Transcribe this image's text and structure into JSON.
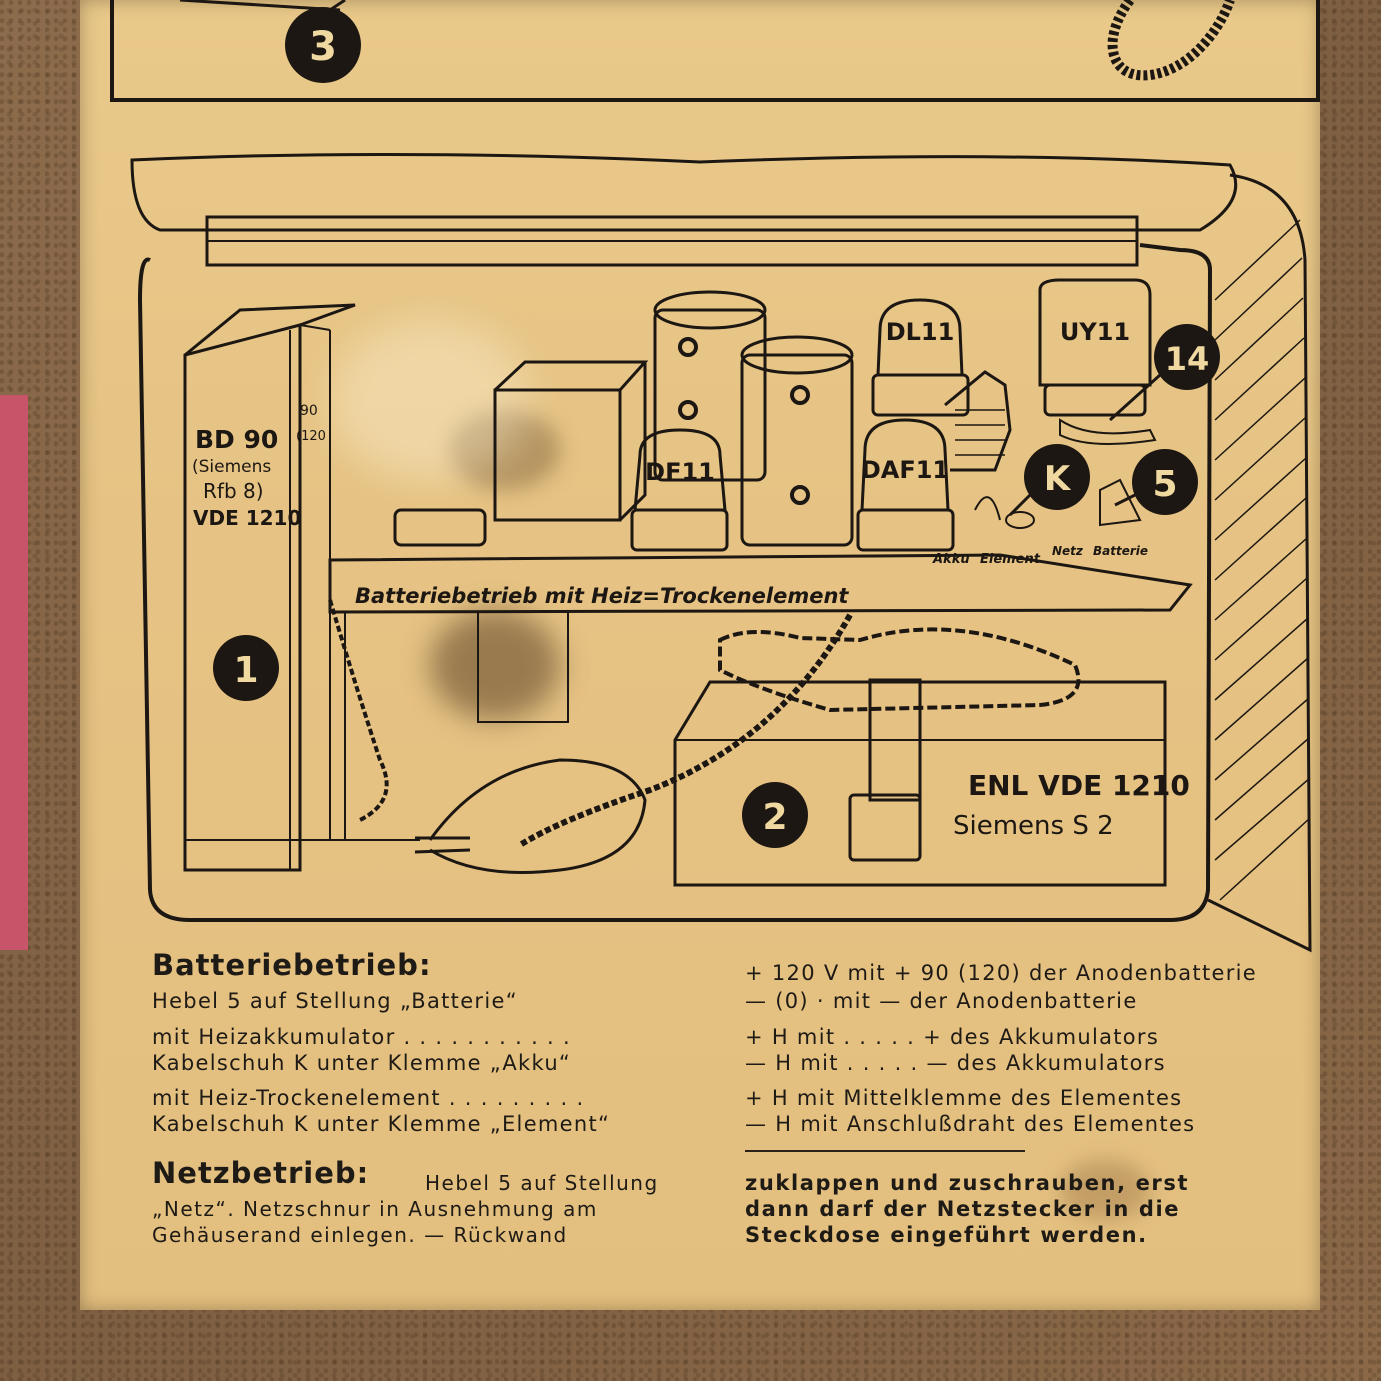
{
  "diagram": {
    "markers": [
      {
        "id": "1",
        "label": "1"
      },
      {
        "id": "2",
        "label": "2"
      },
      {
        "id": "3",
        "label": "3"
      },
      {
        "id": "5",
        "label": "5"
      },
      {
        "id": "14",
        "label": "14"
      },
      {
        "id": "K",
        "label": "K"
      }
    ],
    "tubes": {
      "dl11": "DL11",
      "uy11": "UY11",
      "df11": "DF11",
      "daf11": "DAF11"
    },
    "battery_bd90": {
      "line1": "BD 90",
      "line2": "(Siemens",
      "line3": "Rfb 8)",
      "line4": "VDE 1210",
      "side1": "90",
      "side2": "(120"
    },
    "battery_enl": {
      "line1": "ENL VDE 1210",
      "line2": "Siemens S 2"
    },
    "terminals": {
      "akku": "Akku",
      "element": "Element",
      "netz": "Netz",
      "batterie": "Batterie"
    },
    "tray_label": "Batteriebetrieb mit Heiz=Trockenelement"
  },
  "instructions": {
    "battery_heading": "Batteriebetrieb:",
    "left_lines": [
      "Hebel 5 auf Stellung „Batterie“",
      "mit Heizakkumulator . . . . . . . . . . .",
      "Kabelschuh K unter Klemme „Akku“",
      "mit Heiz-Trockenelement . . . . . . . . .",
      "Kabelschuh K unter Klemme „Element“"
    ],
    "right_lines": [
      "+ 120 V mit + 90 (120) der Anodenbatterie",
      "— (0)  ·  mit —       der Anodenbatterie",
      "+ H mit . . . . . + des Akkumulators",
      "— H mit . . . . . — des Akkumulators",
      "+ H mit  Mittelklemme des Elementes",
      "— H mit  Anschlußdraht des Elementes"
    ],
    "netz_heading": "Netzbetrieb:",
    "netz_left_lines": [
      "Hebel 5 auf Stellung",
      "„Netz“. Netzschnur in Ausnehmung am",
      "Gehäuserand einlegen. — Rückwand"
    ],
    "netz_right_lines": [
      "zuklappen und zuschrauben, erst",
      "dann darf der Netzstecker in die",
      "Steckdose eingeführt werden."
    ]
  }
}
